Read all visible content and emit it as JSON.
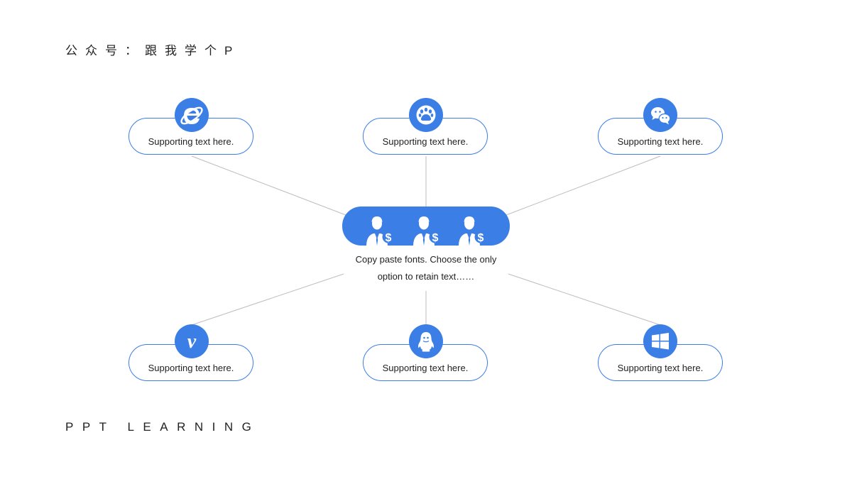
{
  "header": {
    "title": "公众号：跟我学个P"
  },
  "footer": {
    "title": "PPT LEARNING"
  },
  "hub": {
    "text_line1": "Copy paste fonts. Choose the only",
    "text_line2": "option to retain text……"
  },
  "nodes": [
    {
      "label": "Supporting text here.",
      "icon": "internet-explorer-icon"
    },
    {
      "label": "Supporting text here.",
      "icon": "baidu-paw-icon"
    },
    {
      "label": "Supporting text here.",
      "icon": "wechat-icon"
    },
    {
      "label": "Supporting text here.",
      "icon": "vimeo-icon"
    },
    {
      "label": "Supporting text here.",
      "icon": "qq-penguin-icon"
    },
    {
      "label": "Supporting text here.",
      "icon": "windows-icon"
    }
  ],
  "colors": {
    "accent": "#3a7ee6",
    "connector": "#bdbdbd",
    "text": "#222222"
  }
}
